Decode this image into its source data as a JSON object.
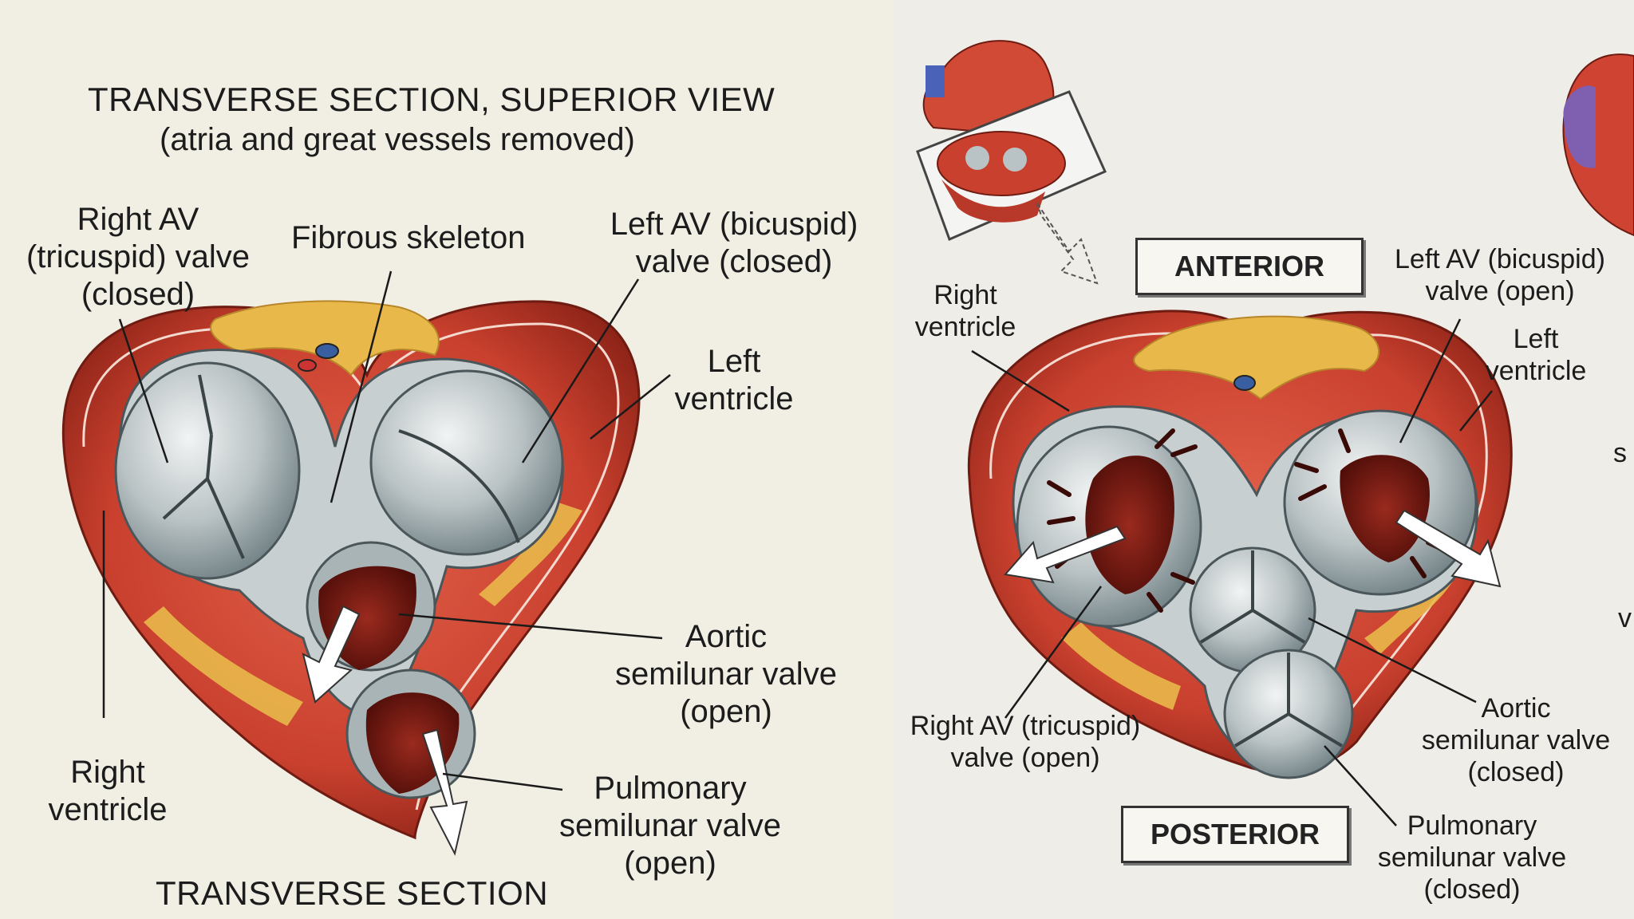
{
  "left_panel": {
    "title": "TRANSVERSE SECTION, SUPERIOR VIEW",
    "subtitle": "(atria and great vessels removed)",
    "labels": {
      "right_av": [
        "Right AV",
        "(tricuspid) valve",
        "(closed)"
      ],
      "fibrous_skeleton": "Fibrous skeleton",
      "left_av": [
        "Left AV (bicuspid)",
        "valve (closed)"
      ],
      "left_ventricle": [
        "Left",
        "ventricle"
      ],
      "aortic": [
        "Aortic",
        "semilunar valve",
        "(open)"
      ],
      "pulmonary": [
        "Pulmonary",
        "semilunar valve",
        "(open)"
      ],
      "right_ventricle": [
        "Right",
        "ventricle"
      ]
    },
    "footer": "TRANSVERSE SECTION"
  },
  "right_panel": {
    "anterior": "ANTERIOR",
    "posterior": "POSTERIOR",
    "labels": {
      "right_ventricle": [
        "Right",
        "ventricle"
      ],
      "left_av": [
        "Left AV (bicuspid)",
        "valve (open)"
      ],
      "left_ventricle": [
        "Left",
        "ventricle"
      ],
      "right_av": [
        "Right AV (tricuspid)",
        "valve (open)"
      ],
      "aortic": [
        "Aortic",
        "semilunar valve",
        "(closed)"
      ],
      "pulmonary": [
        "Pulmonary",
        "semilunar valve",
        "(closed)"
      ]
    },
    "edge_letters": [
      "s",
      "v"
    ]
  },
  "colors": {
    "muscle": "#c9402e",
    "muscle_dark": "#8e2418",
    "fat": "#e8b84a",
    "valve": "#b9c2c4",
    "valve_dark": "#6f7f83",
    "blood": "#7a1a12",
    "leader": "#1a1a1a"
  }
}
